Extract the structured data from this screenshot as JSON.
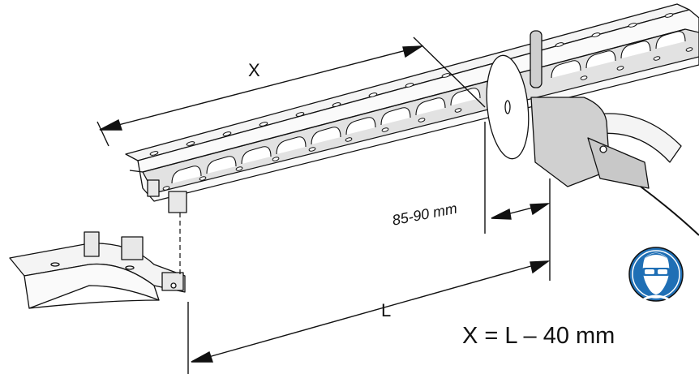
{
  "labels": {
    "x": "X",
    "gap": "85-90 mm",
    "length": "L",
    "formula": "X = L – 40 mm"
  },
  "icons": {
    "safety": "eye-protection-icon"
  },
  "colors": {
    "line": "#111111",
    "metal_light": "#f4f4f4",
    "metal_shade": "#d6d6d6",
    "tool_grey": "#c8c8c8",
    "safety_blue": "#1f6fb5"
  }
}
